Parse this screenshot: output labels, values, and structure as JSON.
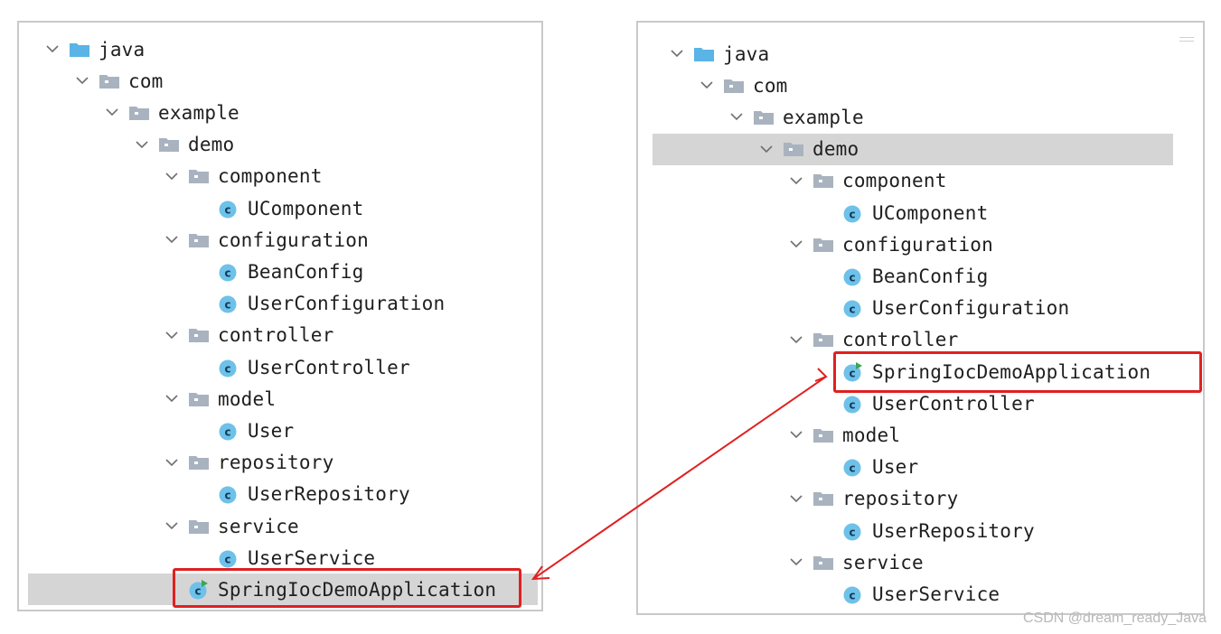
{
  "left_tree": [
    {
      "label": "java",
      "kind": "source-folder",
      "depth": 0,
      "expandable": true,
      "selected": false
    },
    {
      "label": "com",
      "kind": "package",
      "depth": 1,
      "expandable": true,
      "selected": false
    },
    {
      "label": "example",
      "kind": "package",
      "depth": 2,
      "expandable": true,
      "selected": false
    },
    {
      "label": "demo",
      "kind": "package",
      "depth": 3,
      "expandable": true,
      "selected": false
    },
    {
      "label": "component",
      "kind": "package",
      "depth": 4,
      "expandable": true,
      "selected": false
    },
    {
      "label": "UComponent",
      "kind": "class",
      "depth": 5,
      "expandable": false,
      "selected": false
    },
    {
      "label": "configuration",
      "kind": "package",
      "depth": 4,
      "expandable": true,
      "selected": false
    },
    {
      "label": "BeanConfig",
      "kind": "class",
      "depth": 5,
      "expandable": false,
      "selected": false
    },
    {
      "label": "UserConfiguration",
      "kind": "class",
      "depth": 5,
      "expandable": false,
      "selected": false
    },
    {
      "label": "controller",
      "kind": "package",
      "depth": 4,
      "expandable": true,
      "selected": false
    },
    {
      "label": "UserController",
      "kind": "class",
      "depth": 5,
      "expandable": false,
      "selected": false
    },
    {
      "label": "model",
      "kind": "package",
      "depth": 4,
      "expandable": true,
      "selected": false
    },
    {
      "label": "User",
      "kind": "class",
      "depth": 5,
      "expandable": false,
      "selected": false
    },
    {
      "label": "repository",
      "kind": "package",
      "depth": 4,
      "expandable": true,
      "selected": false
    },
    {
      "label": "UserRepository",
      "kind": "class",
      "depth": 5,
      "expandable": false,
      "selected": false
    },
    {
      "label": "service",
      "kind": "package",
      "depth": 4,
      "expandable": true,
      "selected": false
    },
    {
      "label": "UserService",
      "kind": "class",
      "depth": 5,
      "expandable": false,
      "selected": false
    },
    {
      "label": "SpringIocDemoApplication",
      "kind": "app-class",
      "depth": 4,
      "expandable": false,
      "selected": true
    }
  ],
  "right_tree": [
    {
      "label": "java",
      "kind": "source-folder",
      "depth": 0,
      "expandable": true,
      "selected": false
    },
    {
      "label": "com",
      "kind": "package",
      "depth": 1,
      "expandable": true,
      "selected": false
    },
    {
      "label": "example",
      "kind": "package",
      "depth": 2,
      "expandable": true,
      "selected": false
    },
    {
      "label": "demo",
      "kind": "package",
      "depth": 3,
      "expandable": true,
      "selected": true
    },
    {
      "label": "component",
      "kind": "package",
      "depth": 4,
      "expandable": true,
      "selected": false
    },
    {
      "label": "UComponent",
      "kind": "class",
      "depth": 5,
      "expandable": false,
      "selected": false
    },
    {
      "label": "configuration",
      "kind": "package",
      "depth": 4,
      "expandable": true,
      "selected": false
    },
    {
      "label": "BeanConfig",
      "kind": "class",
      "depth": 5,
      "expandable": false,
      "selected": false
    },
    {
      "label": "UserConfiguration",
      "kind": "class",
      "depth": 5,
      "expandable": false,
      "selected": false
    },
    {
      "label": "controller",
      "kind": "package",
      "depth": 4,
      "expandable": true,
      "selected": false
    },
    {
      "label": "SpringIocDemoApplication",
      "kind": "app-class",
      "depth": 5,
      "expandable": false,
      "selected": false
    },
    {
      "label": "UserController",
      "kind": "class",
      "depth": 5,
      "expandable": false,
      "selected": false
    },
    {
      "label": "model",
      "kind": "package",
      "depth": 4,
      "expandable": true,
      "selected": false
    },
    {
      "label": "User",
      "kind": "class",
      "depth": 5,
      "expandable": false,
      "selected": false
    },
    {
      "label": "repository",
      "kind": "package",
      "depth": 4,
      "expandable": true,
      "selected": false
    },
    {
      "label": "UserRepository",
      "kind": "class",
      "depth": 5,
      "expandable": false,
      "selected": false
    },
    {
      "label": "service",
      "kind": "package",
      "depth": 4,
      "expandable": true,
      "selected": false
    },
    {
      "label": "UserService",
      "kind": "class",
      "depth": 5,
      "expandable": false,
      "selected": false
    }
  ],
  "icons": {
    "chevron": "chevron-down-icon",
    "package": "folder-icon",
    "source-folder": "source-folder-icon",
    "class": "class-icon",
    "app-class": "spring-boot-app-class-icon"
  },
  "colors": {
    "source_folder": "#5ab4e5",
    "package_folder": "#a9b3bf",
    "class_circle": "#6ec1e9",
    "class_letter": "#123a5a",
    "run_arrow": "#3aa655",
    "highlight": "#e02020",
    "selection_bg": "#d5d5d5"
  },
  "watermark": "CSDN @dream_ready_Java"
}
